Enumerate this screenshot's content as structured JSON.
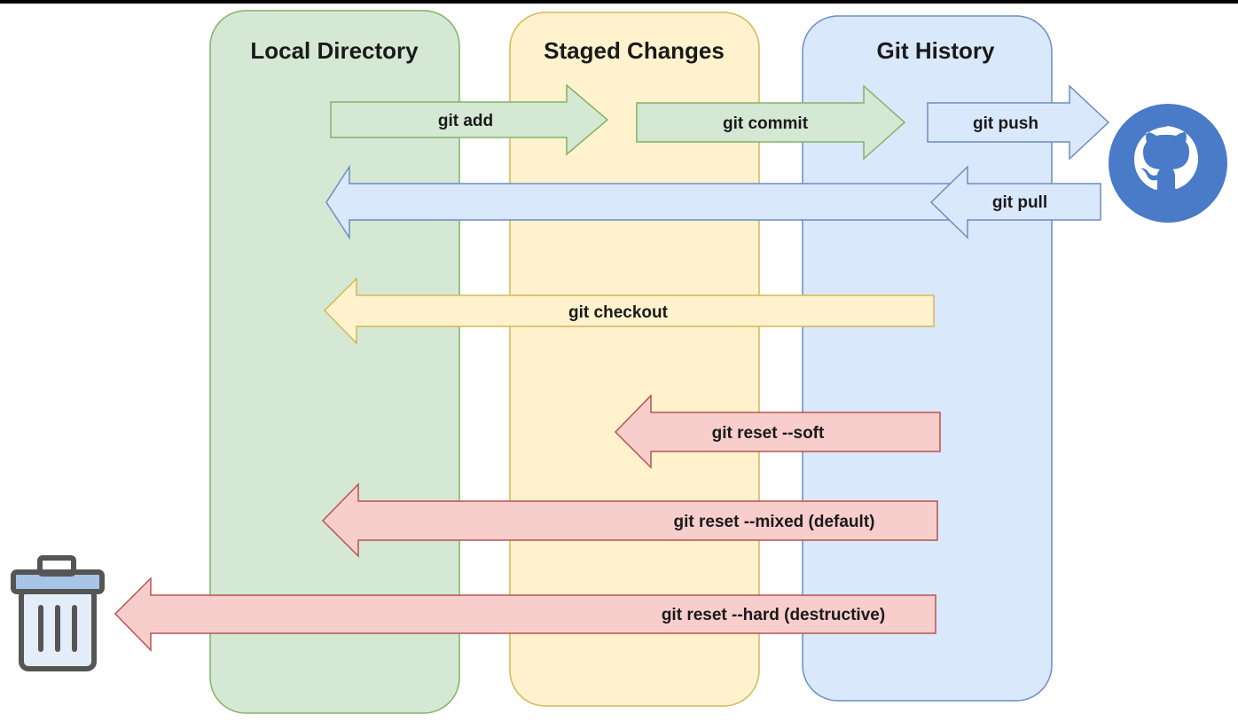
{
  "columns": [
    {
      "key": "local",
      "title": "Local Directory",
      "fill": "#d5e8d4",
      "stroke": "#82b366"
    },
    {
      "key": "staged",
      "title": "Staged Changes",
      "fill": "#fff2cc",
      "stroke": "#d6b656"
    },
    {
      "key": "history",
      "title": "Git History",
      "fill": "#dae8fc",
      "stroke": "#6c8ebf"
    }
  ],
  "commands": {
    "add": {
      "label": "git add",
      "fill": "#d5e8d4",
      "stroke": "#82b366"
    },
    "commit": {
      "label": "git commit",
      "fill": "#d5e8d4",
      "stroke": "#82b366"
    },
    "push": {
      "label": "git push",
      "fill": "#dae8fc",
      "stroke": "#6c8ebf"
    },
    "pull": {
      "label": "git pull",
      "fill": "#dae8fc",
      "stroke": "#6c8ebf"
    },
    "checkout": {
      "label": "git checkout",
      "fill": "#fff2cc",
      "stroke": "#d6b656"
    },
    "reset_soft": {
      "label": "git reset --soft",
      "fill": "#f8cecc",
      "stroke": "#b85450"
    },
    "reset_mixed": {
      "label": "git reset --mixed (default)",
      "fill": "#f8cecc",
      "stroke": "#b85450"
    },
    "reset_hard": {
      "label": "git reset --hard (destructive)",
      "fill": "#f8cecc",
      "stroke": "#b85450"
    }
  },
  "icons": {
    "remote": "github-icon",
    "trash": "trash-icon"
  },
  "colors": {
    "github": "#4a7bc8",
    "trash_lid": "#a8c4e6",
    "trash_body": "#e4eef9",
    "trash_stroke": "#555"
  }
}
